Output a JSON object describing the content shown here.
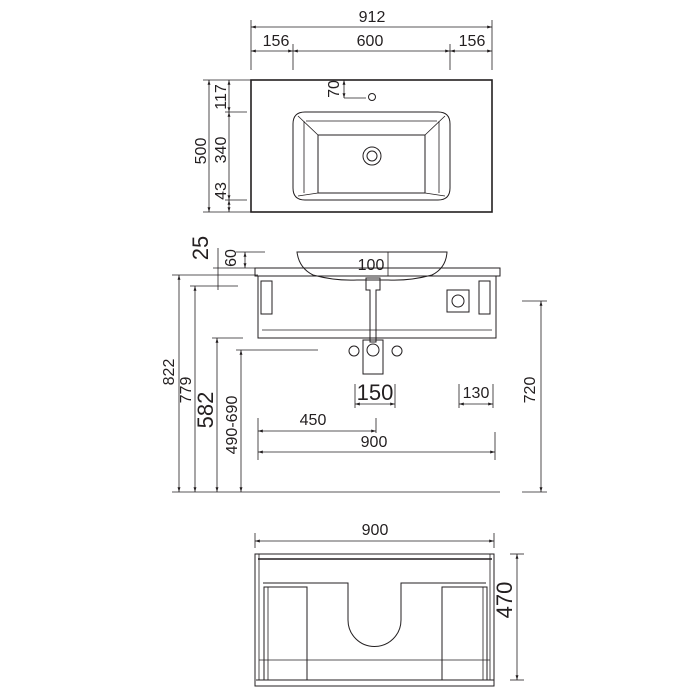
{
  "drawing": {
    "line_color": "#231f20",
    "top_view": {
      "overall_width": "912",
      "left_margin": "156",
      "basin_width": "600",
      "right_margin": "156",
      "faucet_offset": "70",
      "overall_depth": "500",
      "front_to_basin": "117",
      "basin_depth": "340",
      "basin_to_back": "43"
    },
    "side_view": {
      "top_thickness": "25",
      "basin_rise": "60",
      "basin_depth": "100",
      "height_top": "822",
      "height_cabinet_top": "779",
      "height_cabinet_bottom": "582",
      "tap_height": "490-690",
      "valve_spacing": "150",
      "outlet_offset": "130",
      "center_offset": "450",
      "cabinet_width": "900",
      "mount_height": "720"
    },
    "front_view": {
      "width": "900",
      "depth": "470"
    }
  }
}
